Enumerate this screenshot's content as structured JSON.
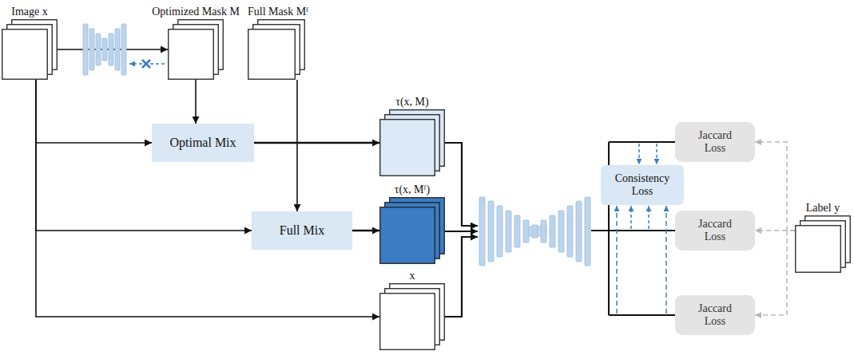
{
  "diagram": {
    "nodes": [
      {
        "text": [
          "Image x"
        ]
      },
      {
        "text": [
          "Optimized Mask M"
        ]
      },
      {
        "text": [
          "Full Mask Mᶠ"
        ]
      },
      {
        "text": [
          "Optimal Mix"
        ]
      },
      {
        "text": [
          "Full Mix"
        ]
      },
      {
        "text": [
          "τ(x, M)"
        ]
      },
      {
        "text": [
          "τ(x, Mᶠ)"
        ]
      },
      {
        "text": [
          "x"
        ]
      },
      {
        "text": [
          "Consistency Loss"
        ]
      },
      {
        "text": [
          "Jaccard Loss"
        ]
      },
      {
        "text": [
          "Jaccard Loss"
        ]
      },
      {
        "text": [
          "Jaccard Loss"
        ]
      },
      {
        "text": [
          "Label y"
        ]
      }
    ],
    "edges": [
      {
        "from": 0,
        "to": 1,
        "arrow": "to"
      },
      {
        "from": 0,
        "to": 3,
        "arrow": "to"
      },
      {
        "from": 1,
        "to": 3,
        "arrow": "to"
      },
      {
        "from": 0,
        "to": 4,
        "arrow": "to"
      },
      {
        "from": 2,
        "to": 4,
        "arrow": "to"
      },
      {
        "from": 0,
        "to": 7,
        "arrow": "to"
      },
      {
        "from": 3,
        "to": 5,
        "arrow": "to"
      },
      {
        "from": 4,
        "to": 6,
        "arrow": "to"
      },
      {
        "from": 12,
        "to": 9,
        "arrow": "to"
      },
      {
        "from": 12,
        "to": 10,
        "arrow": "to"
      },
      {
        "from": 12,
        "to": 11,
        "arrow": "to"
      }
    ]
  }
}
